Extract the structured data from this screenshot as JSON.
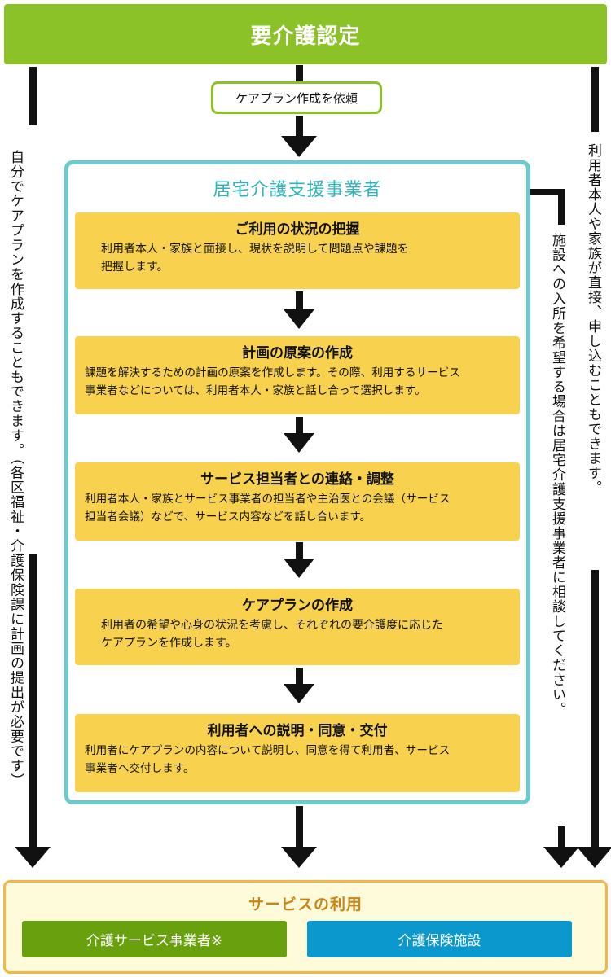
{
  "top": {
    "title": "要介護認定"
  },
  "request": {
    "label": "ケアプラン作成を依頼"
  },
  "agency": {
    "title": "居宅介護支援事業者",
    "steps": [
      {
        "title": "ご利用の状況の把握",
        "line1": "利用者本人・家族と面接し、現状を説明して問題点や課題を",
        "line2": "把握します。"
      },
      {
        "title": "計画の原案の作成",
        "line1": "課題を解決するための計画の原案を作成します。その際、利用するサービス",
        "line2": "事業者などについては、利用者本人・家族と話し合って選択します。"
      },
      {
        "title": "サービス担当者との連絡・調整",
        "line1": "利用者本人・家族とサービス事業者の担当者や主治医との会議（サービス",
        "line2": "担当者会議）などで、サービス内容などを話し合います。"
      },
      {
        "title": "ケアプランの作成",
        "line1": "利用者の希望や心身の状況を考慮し、それぞれの要介護度に応じた",
        "line2": "ケアプランを作成します。"
      },
      {
        "title": "利用者への説明・同意・交付",
        "line1": "利用者にケアプランの内容について説明し、同意を得て利用者、サービス",
        "line2": "事業者へ交付します。"
      }
    ]
  },
  "side": {
    "left_main": "自分でケアプランを作成することもできます。",
    "left_note": "（各区福祉・介護保険課に計画の提出が必要です）",
    "right_inner": "施設への入所を希望する場合は居宅介護支援事業者に相談してください。",
    "right_outer": "利用者本人や家族が直接、申し込むこともできます。"
  },
  "service": {
    "title": "サービスの利用",
    "provider": "介護サービス事業者※",
    "facility": "介護保険施設"
  },
  "colors": {
    "green": "#8bc227",
    "teal": "#6cc9cc",
    "yellow": "#f8d24e",
    "orange": "#f2b74a",
    "provider": "#68a10d",
    "facility": "#0b98cc"
  }
}
